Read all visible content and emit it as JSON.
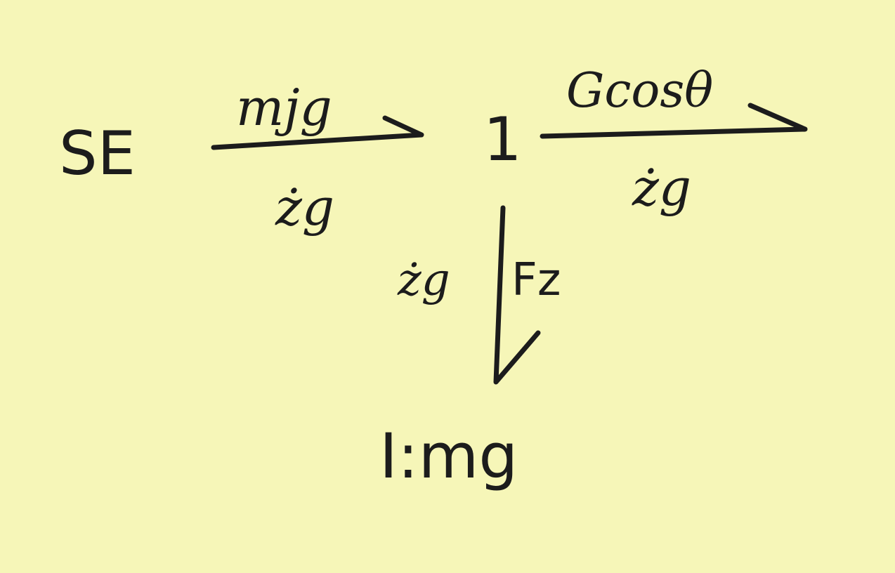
{
  "diagram": {
    "title": "",
    "source_element": {
      "type": "SE",
      "effort": "mjg"
    },
    "bond_se": {
      "label_top": "mjg",
      "label_bottom": "żg"
    },
    "junction": {
      "symbol": "1"
    },
    "bond_right": {
      "label_top": "Gcosθ",
      "label_bottom": "żg"
    },
    "bond_down": {
      "label_left": "żg",
      "label_right": "Fz"
    },
    "inertia_element": {
      "label": "I:mg"
    }
  }
}
